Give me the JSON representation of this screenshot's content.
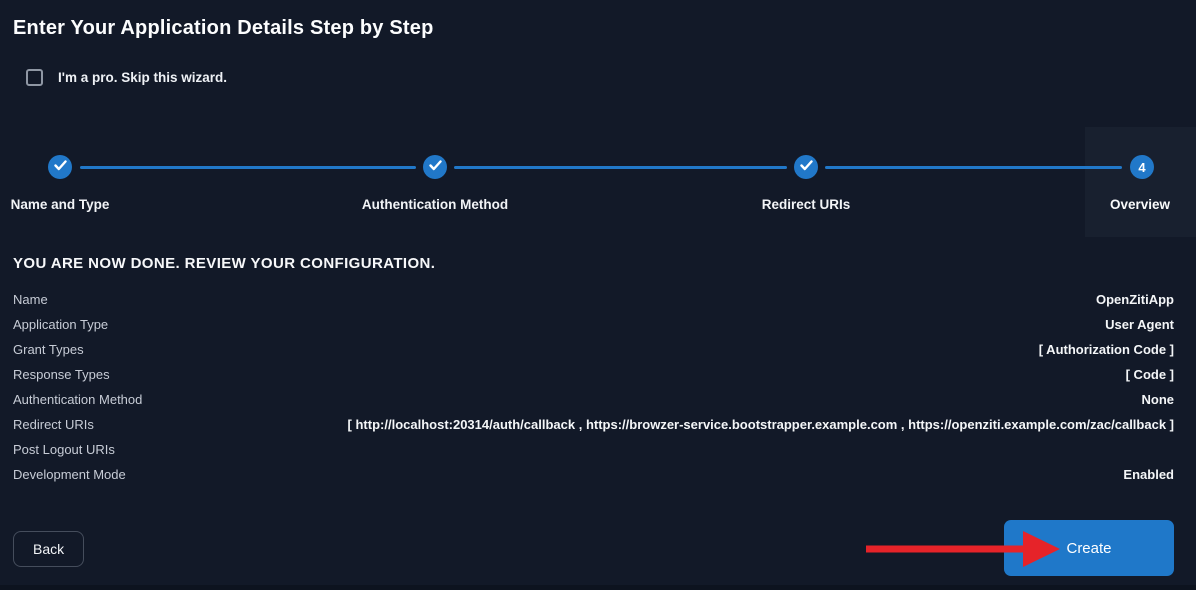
{
  "page": {
    "title": "Enter Your Application Details Step by Step",
    "skip_checkbox_label": "I'm a pro. Skip this wizard."
  },
  "stepper": {
    "steps": [
      {
        "label": "Name and Type",
        "state": "done"
      },
      {
        "label": "Authentication Method",
        "state": "done"
      },
      {
        "label": "Redirect URIs",
        "state": "done"
      },
      {
        "label": "Overview",
        "state": "active",
        "number": "4"
      }
    ]
  },
  "review": {
    "heading": "YOU ARE NOW DONE. REVIEW YOUR CONFIGURATION.",
    "rows": [
      {
        "label": "Name",
        "value": "OpenZitiApp"
      },
      {
        "label": "Application Type",
        "value": "User Agent"
      },
      {
        "label": "Grant Types",
        "value": "[ Authorization Code ]"
      },
      {
        "label": "Response Types",
        "value": "[ Code ]"
      },
      {
        "label": "Authentication Method",
        "value": "None"
      },
      {
        "label": "Redirect URIs",
        "value": "[ http://localhost:20314/auth/callback , https://browzer-service.bootstrapper.example.com , https://openziti.example.com/zac/callback ]"
      },
      {
        "label": "Post Logout URIs",
        "value": ""
      },
      {
        "label": "Development Mode",
        "value": "Enabled"
      }
    ]
  },
  "actions": {
    "back_label": "Back",
    "create_label": "Create"
  },
  "icons": {
    "step_check": "check-icon",
    "annotation": "red-arrow-icon"
  },
  "colors": {
    "background": "#121928",
    "accent_blue": "#2178c9",
    "button_blue": "#1f78c9",
    "arrow_red": "#e62329"
  }
}
